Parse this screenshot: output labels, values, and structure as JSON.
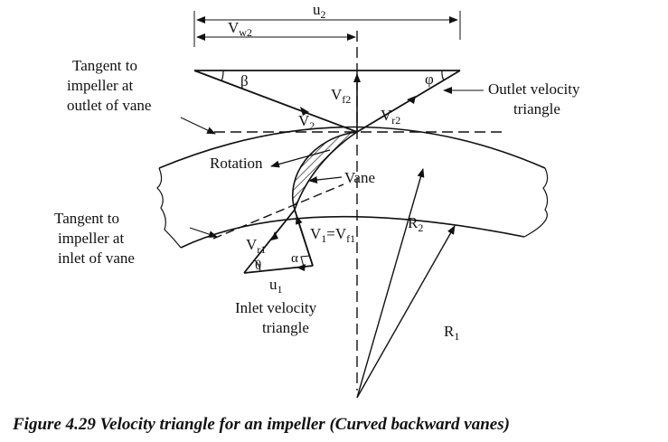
{
  "labels": {
    "u2": "u",
    "u2_sub": "2",
    "vw2": "V",
    "vw2_sub": "w2",
    "beta": "β",
    "phi": "φ",
    "vf2": "V",
    "vf2_sub": "f2",
    "v2": "V",
    "v2_sub": "2",
    "vr2": "V",
    "vr2_sub": "r2",
    "tangent_outlet_1": "Tangent to",
    "tangent_outlet_2": "impeller at",
    "tangent_outlet_3": "outlet of vane",
    "outlet_triangle_1": "Outlet velocity",
    "outlet_triangle_2": "triangle",
    "rotation": "Rotation",
    "vane": "Vane",
    "r2": "R",
    "r2_sub": "2",
    "tangent_inlet_1": "Tangent to",
    "tangent_inlet_2": "impeller at",
    "tangent_inlet_3": "inlet of vane",
    "vr1": "V",
    "vr1_sub": "r1",
    "v1": "V",
    "v1_sub": "1",
    "v1_eq": "=V",
    "vf1_sub": "f1",
    "theta": "θ",
    "alpha": "α",
    "u1": "u",
    "u1_sub": "1",
    "inlet_triangle_1": "Inlet velocity",
    "inlet_triangle_2": "triangle",
    "r1": "R",
    "r1_sub": "1"
  },
  "caption": "Figure 4.29 Velocity triangle for an impeller (Curved backward vanes)"
}
